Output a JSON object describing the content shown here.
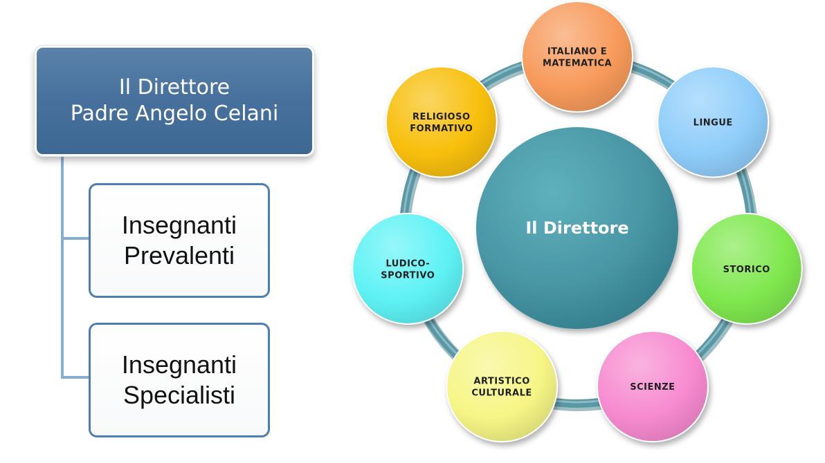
{
  "org_chart": {
    "director": {
      "line1": "Il Direttore",
      "line2": "Padre Angelo Celani"
    },
    "subordinates": [
      {
        "line1": "Insegnanti",
        "line2": "Prevalenti"
      },
      {
        "line1": "Insegnanti",
        "line2": "Specialisti"
      }
    ]
  },
  "cycle_diagram": {
    "center": "Il Direttore",
    "nodes": [
      {
        "label": [
          "ITALIANO E",
          "MATEMATICA"
        ],
        "color": "#f79a5b"
      },
      {
        "label": [
          "LINGUE"
        ],
        "color": "#8fcdfa"
      },
      {
        "label": [
          "STORICO"
        ],
        "color": "#7fe84e"
      },
      {
        "label": [
          "SCIENZE"
        ],
        "color": "#f78ad0"
      },
      {
        "label": [
          "ARTISTICO",
          "CULTURALE"
        ],
        "color": "#f6f585"
      },
      {
        "label": [
          "LUDICO-",
          "SPORTIVO"
        ],
        "color": "#5ef2f5"
      },
      {
        "label": [
          "RELIGIOSO",
          "FORMATIVO"
        ],
        "color": "#f8bf0b"
      }
    ],
    "colors": {
      "ring": "#5a98a6",
      "center": "#4a97a6",
      "org_header": "#48729d",
      "org_border": "#4b7fb3",
      "connector": "#86aed4"
    }
  }
}
